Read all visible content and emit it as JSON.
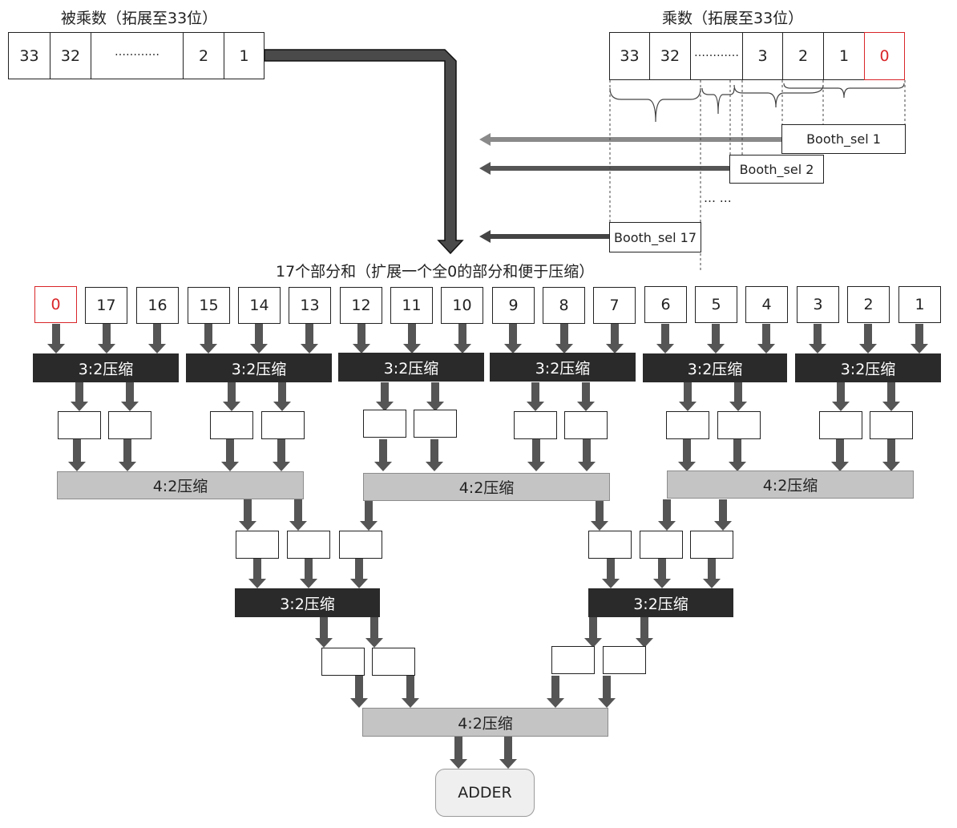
{
  "multiplicand": {
    "title": "被乘数（拓展至33位）",
    "cells": [
      "33",
      "32",
      "…………",
      "2",
      "1"
    ]
  },
  "multiplier": {
    "title": "乘数（拓展至33位）",
    "cells": [
      "33",
      "32",
      "…………",
      "3",
      "2",
      "1",
      "0"
    ]
  },
  "booth_selectors": [
    "Booth_sel 1",
    "Booth_sel 2",
    "Booth_sel 17"
  ],
  "ellipsis": "… …",
  "partial_sums": {
    "title": "17个部分和（扩展一个全0的部分和便于压缩）",
    "cells": [
      "0",
      "17",
      "16",
      "15",
      "14",
      "13",
      "12",
      "11",
      "10",
      "9",
      "8",
      "7",
      "6",
      "5",
      "4",
      "3",
      "2",
      "1"
    ]
  },
  "compressors": {
    "level1": [
      "3:2压缩",
      "3:2压缩",
      "3:2压缩",
      "3:2压缩",
      "3:2压缩",
      "3:2压缩"
    ],
    "level2": [
      "4:2压缩",
      "4:2压缩",
      "4:2压缩"
    ],
    "level3": [
      "3:2压缩",
      "3:2压缩"
    ],
    "level4": [
      "4:2压缩"
    ]
  },
  "adder": "ADDER",
  "colors": {
    "red": "#d9262a",
    "dark": "#2a2a2a",
    "gray": "#c4c4c4",
    "arrow": "#555555"
  }
}
